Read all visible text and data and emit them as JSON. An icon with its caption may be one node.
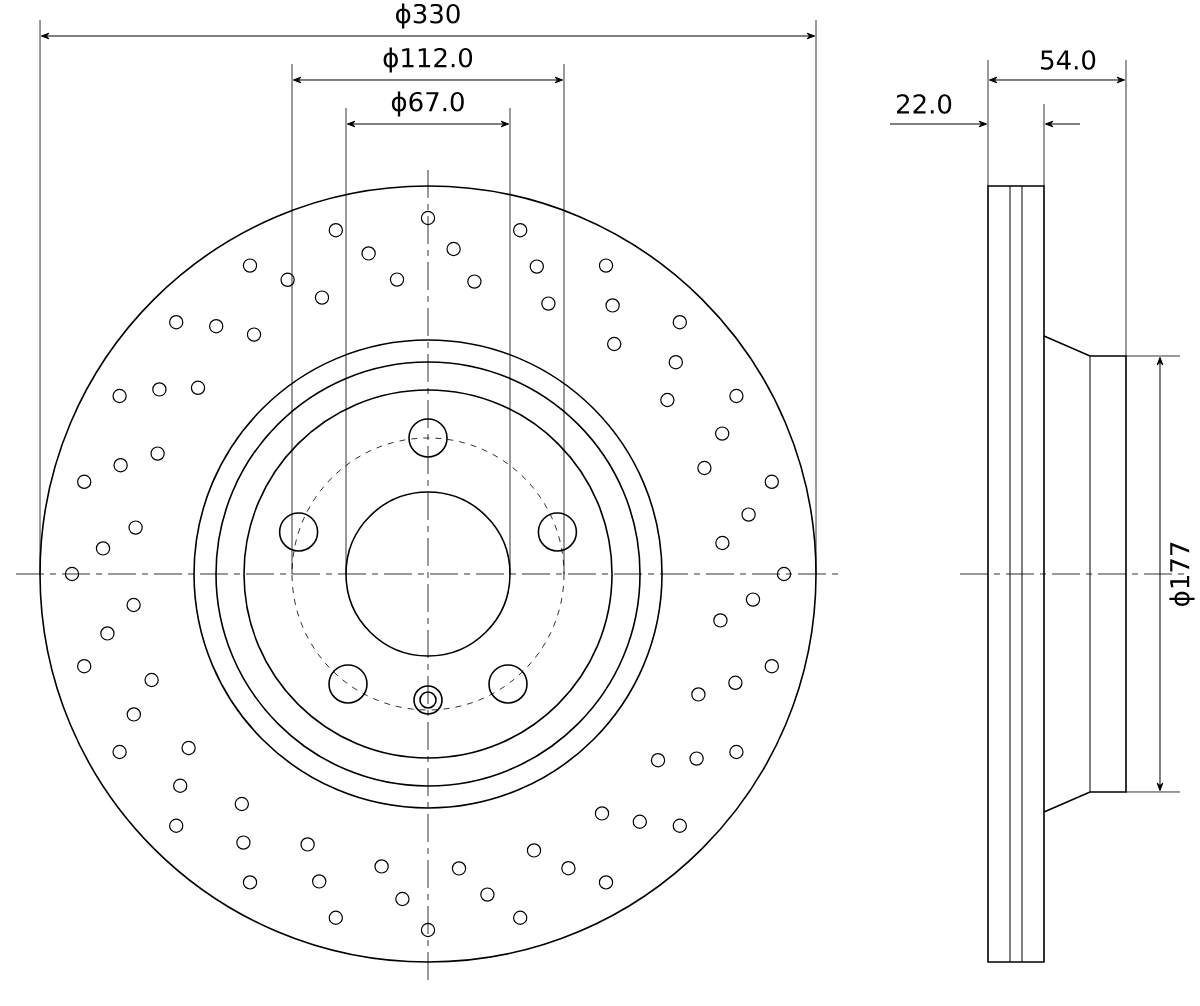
{
  "diagram": {
    "labels": [
      "ϕ330",
      "ϕ112.0",
      "ϕ67.0",
      "54.0",
      "22.0",
      "ϕ177"
    ]
  }
}
